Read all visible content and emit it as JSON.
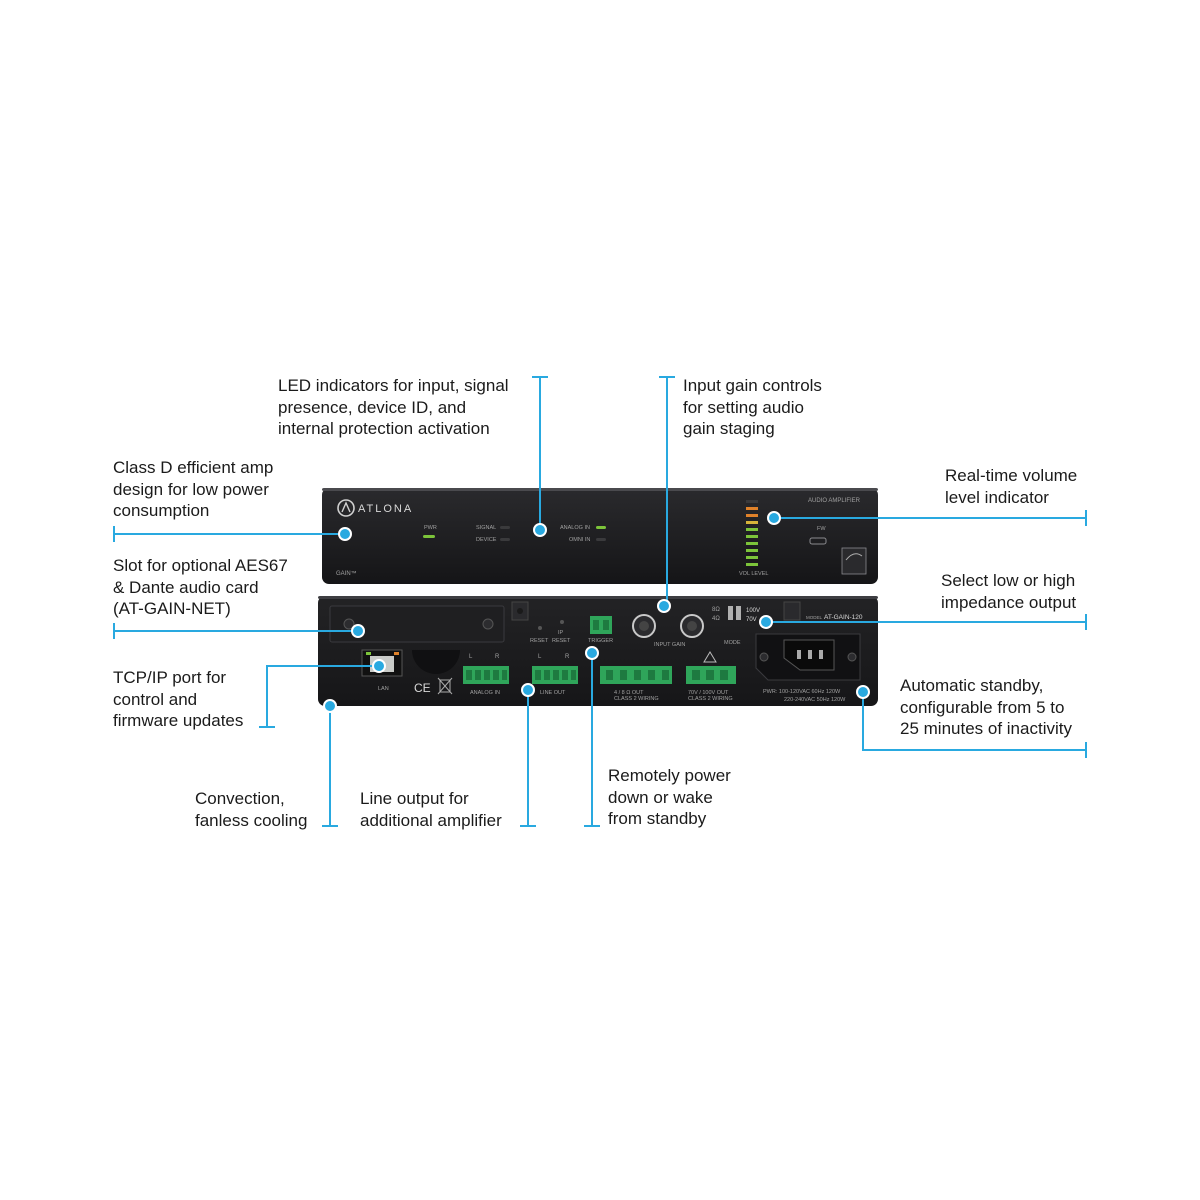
{
  "callouts": {
    "led_indicators": "LED indicators for input, signal\npresence, device ID, and\ninternal protection activation",
    "input_gain": "Input gain controls\nfor setting audio\ngain staging",
    "class_d": "Class D efficient amp\ndesign for low power\nconsumption",
    "volume_level": "Real-time volume\nlevel indicator",
    "slot": "Slot for optional AES67\n& Dante audio card\n(AT-GAIN-NET)",
    "impedance": "Select low or high\nimpedance output",
    "tcpip": "TCP/IP port for\ncontrol and\nfirmware updates",
    "standby": "Automatic standby,\nconfigurable from 5 to\n25 minutes of inactivity",
    "convection": "Convection,\nfanless cooling",
    "line_output": "Line output for\nadditional amplifier",
    "remote_power": "Remotely power\ndown or wake\nfrom standby"
  },
  "front_panel": {
    "brand": "ATLONA",
    "product": "GAIN™",
    "title": "AUDIO AMPLIFIER",
    "led_pwr": "PWR",
    "led_signal": "SIGNAL",
    "led_device": "DEVICE",
    "led_analog": "ANALOG IN",
    "led_omni": "OMNI IN",
    "fw": "FW",
    "vol_level": "VOL LEVEL"
  },
  "rear_panel": {
    "lan": "LAN",
    "analog_in": "ANALOG IN",
    "line_out": "LINE OUT",
    "reset": "RESET",
    "ip_reset": "IP\nRESET",
    "trigger": "TRIGGER",
    "input_gain": "INPUT GAIN",
    "mode": "MODE",
    "out_lo": "4 / 8 Ω OUT\nCLASS 2 WIRING",
    "out_hi": "70V / 100V OUT\nCLASS 2 WIRING",
    "model": "AT-GAIN-120",
    "model_prefix": "MODEL",
    "v100": "100V",
    "v70": "70V",
    "ohm8": "8Ω",
    "ohm4": "4Ω",
    "pwr_line1": "PWR: 100-120VAC 60Hz 120W",
    "pwr_line2": "220-240VAC 50Hz 120W",
    "ce": "CE",
    "l": "L",
    "r": "R"
  },
  "colors": {
    "accent": "#29a9e0",
    "device_body": "#1c1c1e",
    "terminal_green": "#2fa55a",
    "led_green": "#7cc43a",
    "led_orange": "#e0822a"
  }
}
